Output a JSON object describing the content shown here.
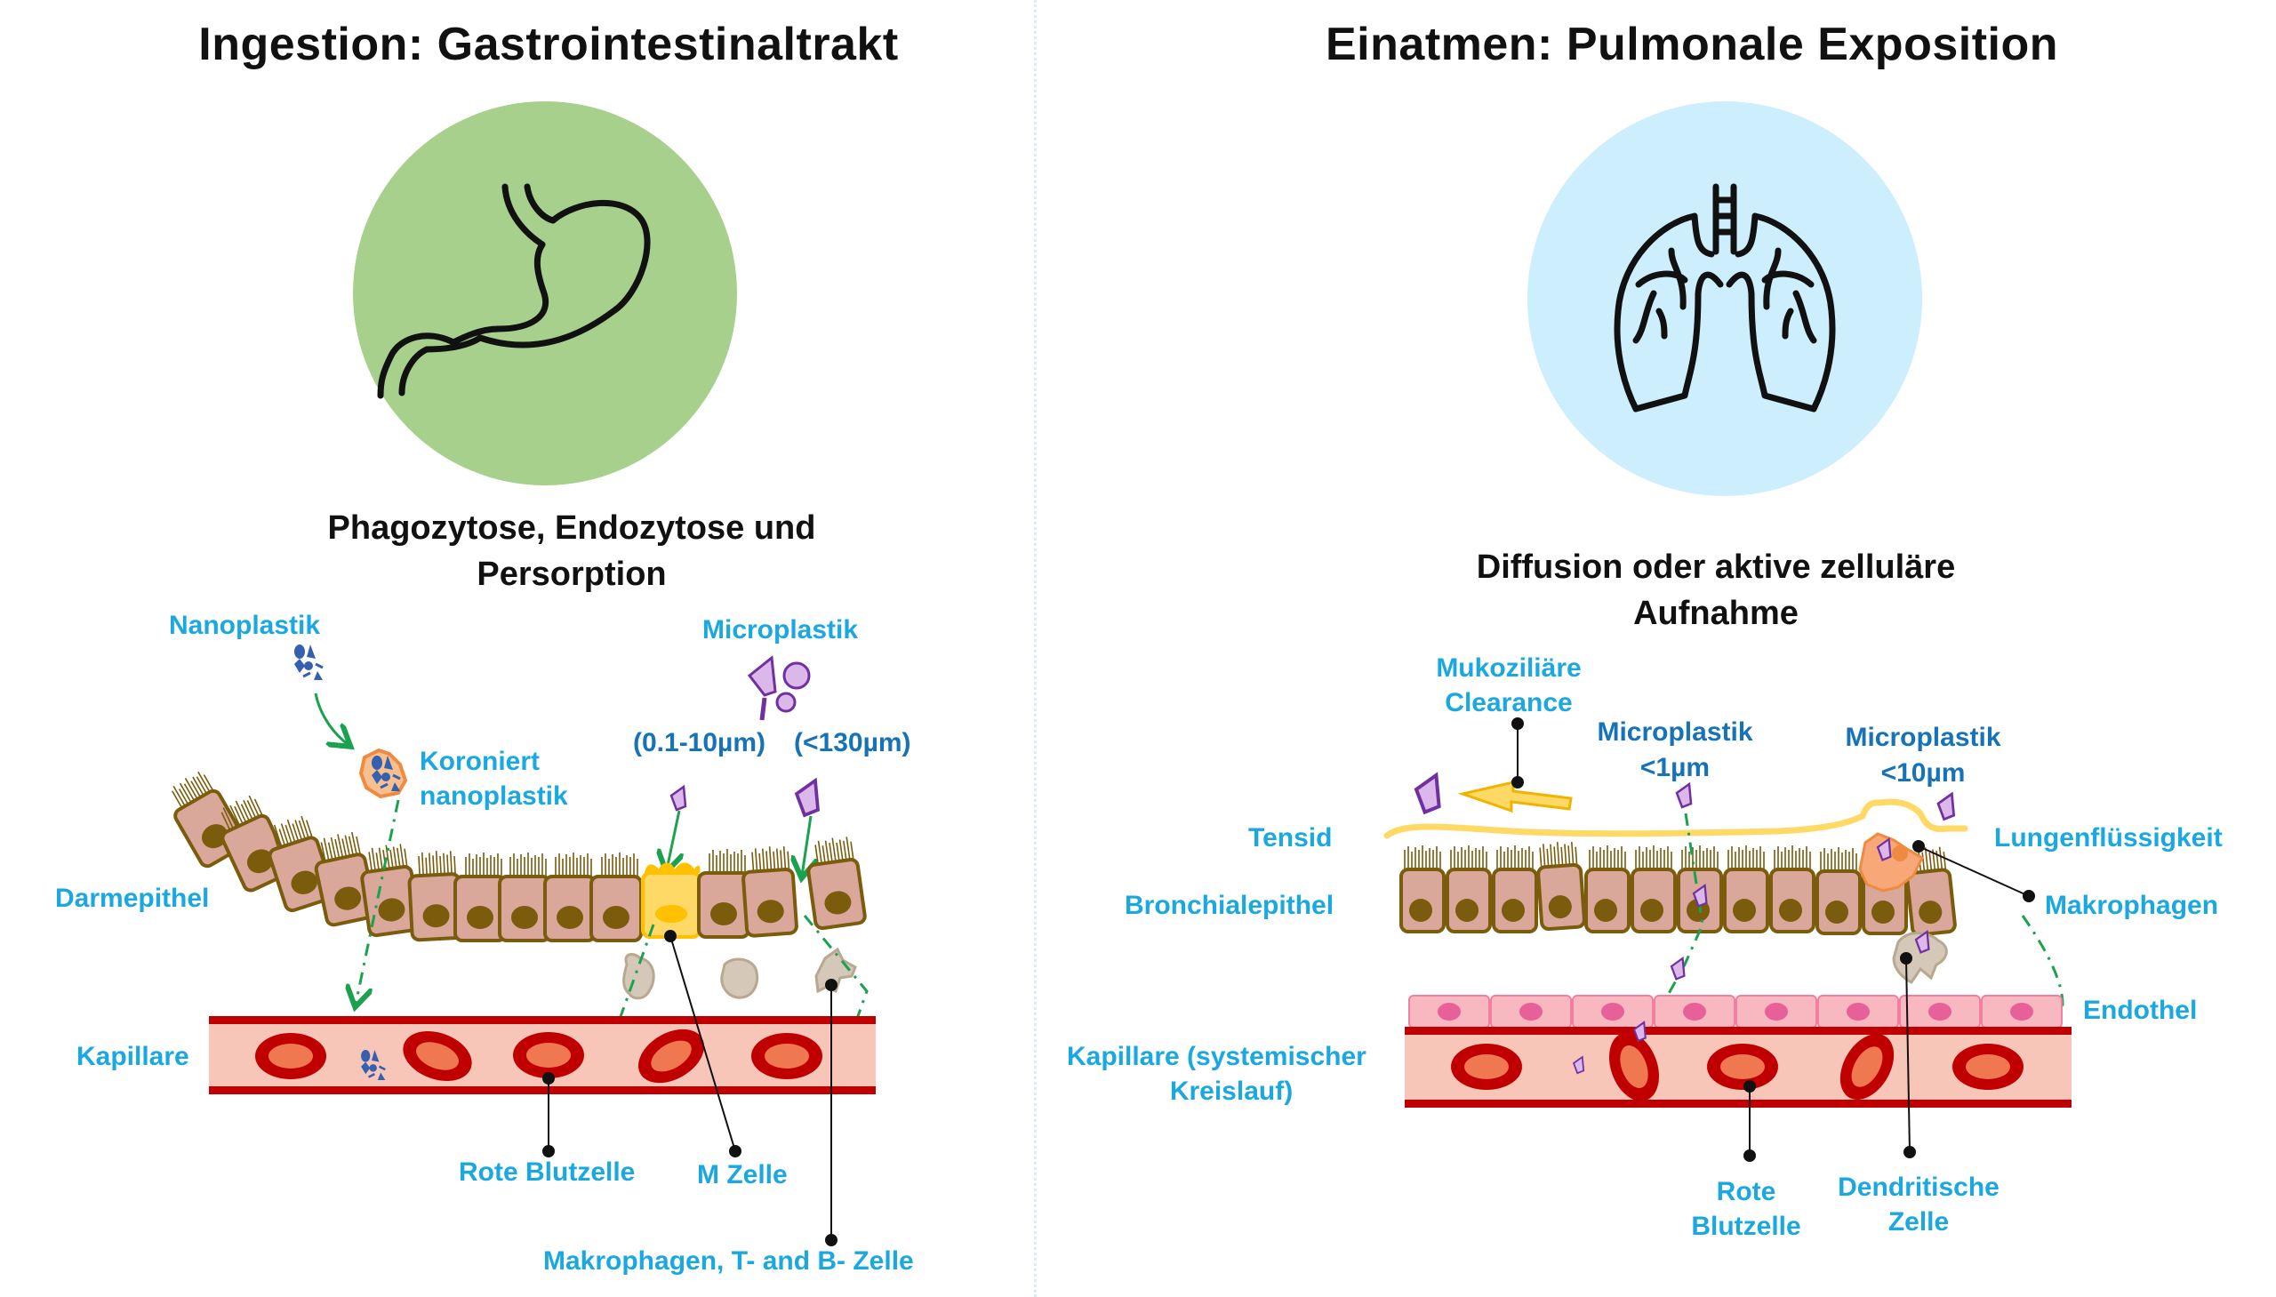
{
  "left": {
    "title": "Ingestion: Gastrointestinaltrakt",
    "icon": "stomach-icon",
    "icon_bg": "#a8d08d",
    "subtitle_line1": "Phagozytose, Endozytose und",
    "subtitle_line2": "Persorption",
    "labels": {
      "nanoplastik": "Nanoplastik",
      "microplastik": "Microplastik",
      "koroniert_line1": "Koroniert",
      "koroniert_line2": "nanoplastik",
      "size_small": "(0.1-10µm)",
      "size_large": "(<130µm)",
      "darmepithel": "Darmepithel",
      "kapillare": "Kapillare",
      "rote_blutzelle": "Rote Blutzelle",
      "m_zelle": "M Zelle",
      "immune_cells": "Makrophagen, T- and B- Zelle"
    }
  },
  "right": {
    "title": "Einatmen: Pulmonale Exposition",
    "icon": "lungs-icon",
    "icon_bg": "#cdeefc",
    "subtitle_line1": "Diffusion oder aktive zelluläre",
    "subtitle_line2": "Aufnahme",
    "labels": {
      "mukoziliaere_line1": "Mukoziliäre",
      "mukoziliaere_line2": "Clearance",
      "micro1_line1": "Microplastik",
      "micro1_line2": "<1µm",
      "micro10_line1": "Microplastik",
      "micro10_line2": "<10µm",
      "tensid": "Tensid",
      "lungenfluessigkeit": "Lungenflüssigkeit",
      "bronchialepithel": "Bronchialepithel",
      "makrophagen": "Makrophagen",
      "endothel": "Endothel",
      "kapillare_line1": "Kapillare (systemischer",
      "kapillare_line2": "Kreislauf)",
      "rote_line1": "Rote",
      "rote_line2": "Blutzelle",
      "dendritische_line1": "Dendritische",
      "dendritische_line2": "Zelle"
    }
  },
  "colors": {
    "label_blue": "#1ba8e0",
    "label_dark_blue": "#1673b8",
    "cell_fill": "#d9a89a",
    "cell_border": "#7a5c0c",
    "nucleus": "#7a5c0c",
    "m_cell": "#ffd966",
    "vessel_wall": "#c00000",
    "vessel_fill": "#f8c6b8",
    "rbc_outer": "#c00000",
    "rbc_inner": "#f07850",
    "arrow_green": "#1aa24e",
    "plastic_purple": "#7030a0",
    "plastic_fill": "#dcb8ea",
    "nano_blue": "#3560b0",
    "corona_orange": "#f08a40",
    "endothel_fill": "#f8b8c0",
    "endothel_nucleus": "#e8609a",
    "tensid_yellow": "#ffd966",
    "immune_cell": "#d6c8b8"
  }
}
